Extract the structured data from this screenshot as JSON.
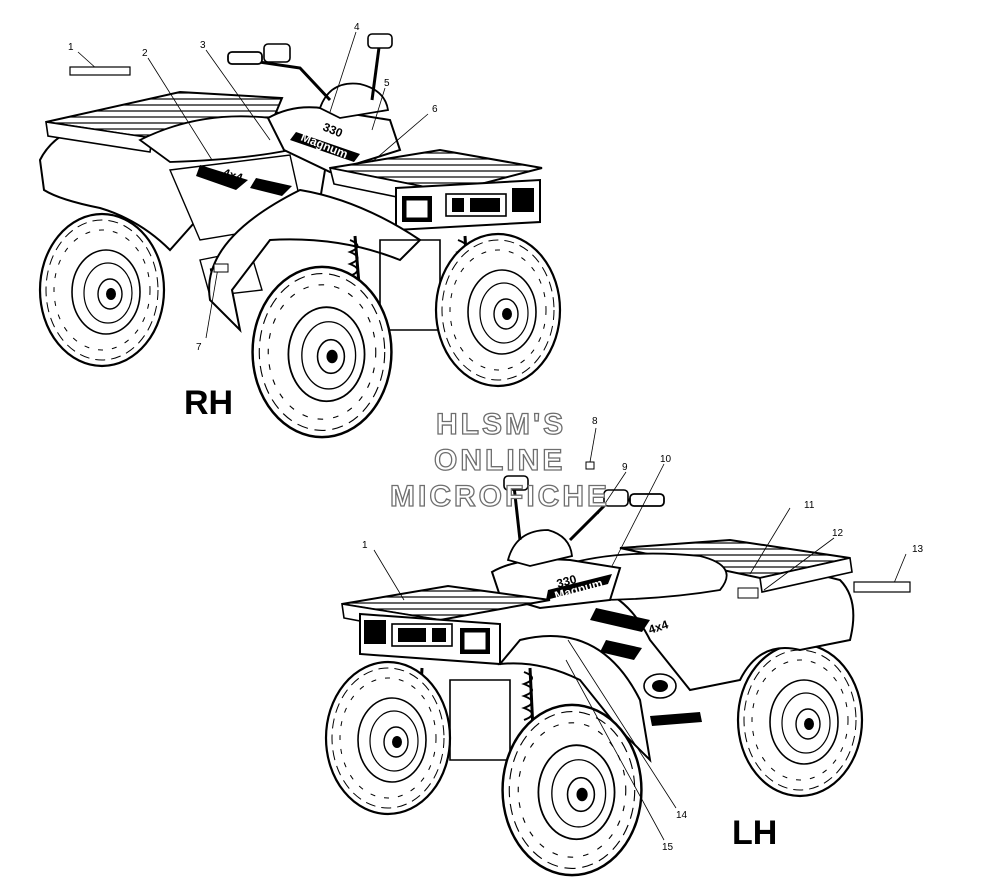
{
  "views": {
    "rh": {
      "label": "RH"
    },
    "lh": {
      "label": "LH"
    }
  },
  "watermark": {
    "lines": [
      "HLSM'S",
      "ONLINE",
      "MICROFICHE"
    ]
  },
  "decal_text": {
    "model": "Magnum",
    "displacement": "330",
    "badge": "4x4"
  },
  "callouts": {
    "rh": [
      "1",
      "2",
      "3",
      "4",
      "5",
      "6",
      "7"
    ],
    "lh": [
      "1",
      "8",
      "9",
      "10",
      "11",
      "12",
      "13",
      "14",
      "15"
    ]
  }
}
